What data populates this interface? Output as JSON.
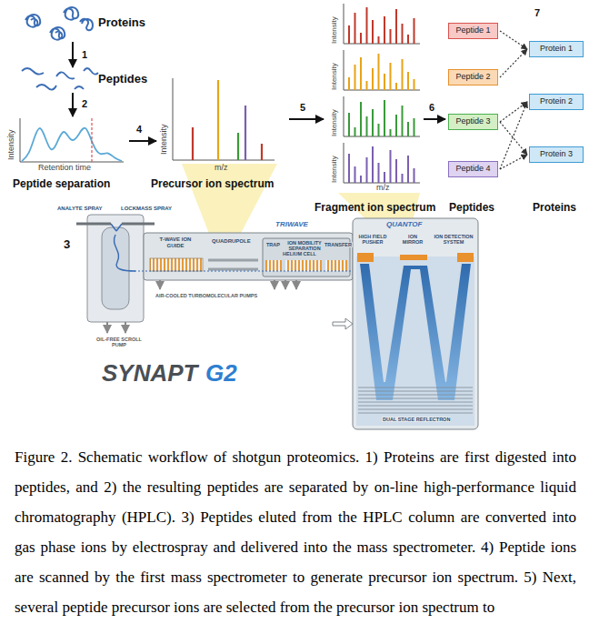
{
  "diagram": {
    "caption": "Figure 2. Schematic workflow of shotgun proteomics. 1) Proteins are first digested into peptides, and 2) the resulting peptides are separated by on-line high-performance liquid chromatography (HPLC). 3) Peptides eluted from the HPLC column are converted into gas phase ions by electrospray and delivered into the mass spectrometer. 4) Peptide ions are scanned by the first mass spectrometer to generate precursor ion spectrum. 5) Next, several peptide precursor ions are selected from the precursor ion spectrum to",
    "nodes": [
      {
        "text": [
          "Peptide 1"
        ]
      },
      {
        "text": [
          "Peptide 2"
        ]
      },
      {
        "text": [
          "Peptide 3"
        ]
      },
      {
        "text": [
          "Peptide 4"
        ]
      },
      {
        "text": [
          "Protein 1"
        ]
      },
      {
        "text": [
          "Protein 2"
        ]
      },
      {
        "text": [
          "Protein 3"
        ]
      }
    ],
    "edges": [
      {
        "from": 0,
        "to": 4,
        "arrow": "to"
      },
      {
        "from": 1,
        "to": 4,
        "arrow": "to"
      },
      {
        "from": 2,
        "to": 5,
        "arrow": "to"
      },
      {
        "from": 2,
        "to": 6,
        "arrow": "to"
      },
      {
        "from": 3,
        "to": 5,
        "arrow": "to"
      },
      {
        "from": 3,
        "to": 6,
        "arrow": "to"
      }
    ],
    "labels": [
      "Proteins",
      "1",
      "Peptides",
      "2",
      "Intensity",
      "Retention time",
      "Peptide separation",
      "4",
      "Intensity",
      "m/z",
      "Precursor ion spectrum",
      "5",
      "Intensity",
      "Intensity",
      "Intensity",
      "Intensity",
      "m/z",
      "Fragment ion spectrum",
      "6",
      "7",
      "Peptides",
      "Proteins",
      "ANALYTE SPRAY",
      "LOCKMASS SPRAY",
      "3",
      "T-WAVE ION GUIDE",
      "QUADRUPOLE",
      "TRIWAVE",
      "TRAP",
      "ION MOBILITY SEPARATION",
      "TRANSFER",
      "HELIUM CELL",
      "QUANTOF",
      "HIGH FIELD PUSHER",
      "ION MIRROR",
      "ION DETECTION SYSTEM",
      "OIL-FREE SCROLL PUMP",
      "AIR-COOLED TURBOMOLECULAR PUMPS",
      "DUAL STAGE REFLECTRON",
      "SYNAPT",
      "G2"
    ]
  }
}
